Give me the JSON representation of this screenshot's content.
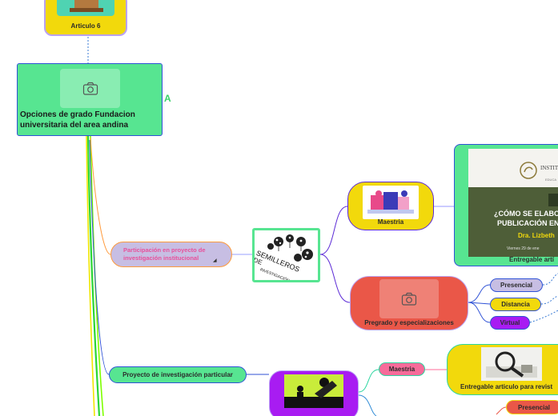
{
  "nodes": {
    "articulo6": "Articulo 6",
    "root": "Opciones de grado Fundacion universitaria del area andina",
    "participacion": "Participación en proyecto de investigación institucional",
    "semilleros": {
      "line1": "SEMILLEROS",
      "line2": "DE",
      "line3": "INVESTIGACIÓN"
    },
    "maestria_top": "Maestria",
    "entregable_top": "Entregable artí",
    "pregrado": "Pregrado y especializaciones",
    "presencial": "Presencial",
    "distancia": "Distancia",
    "virtual": "Virtual",
    "proyecto_particular": "Proyecto de investigación particular",
    "maestria_bottom": "Maestria",
    "entregable_bottom": "Entregable articulo para revist",
    "presencial_bottom": "Presencial"
  },
  "poster": {
    "brand": "INSTIT",
    "brand2": "EDUCA",
    "title1": "¿CÓMO SE ELABOR",
    "title2": "PUBLICACIÓN EN",
    "speaker": "Dra. Lizbeth",
    "date": "Viernes 29 de ene"
  },
  "icons": {
    "collapse_marker": "A",
    "expand_arrow": "◢"
  },
  "colors": {
    "root": "#57e591",
    "yellow": "#f2d90c",
    "lavender": "#c7bee3",
    "red": "#ea5748",
    "purple": "#a81cf2",
    "pink": "#f76b9a",
    "green_line": "#2bd635"
  }
}
